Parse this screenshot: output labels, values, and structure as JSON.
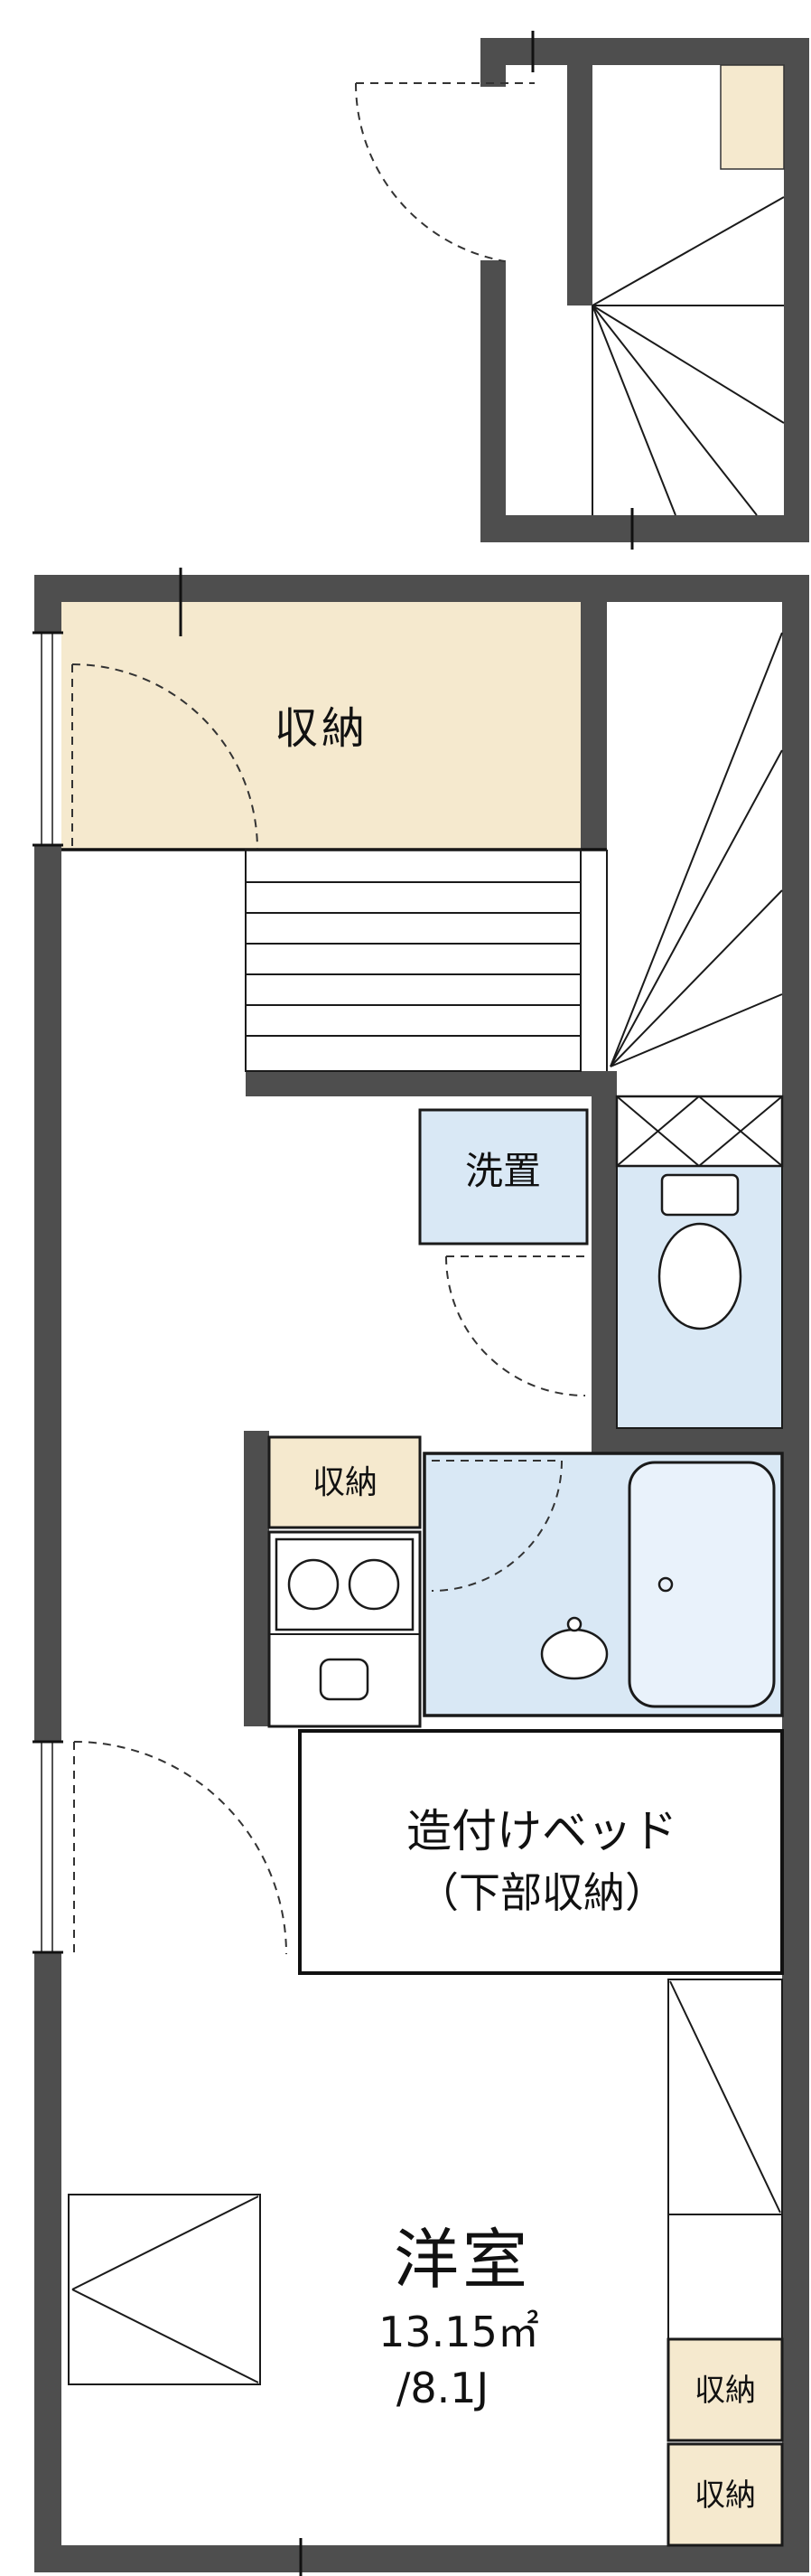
{
  "colors": {
    "wall": "#4e4e4e",
    "storage_fill": "#f5e9ce",
    "wet_area_fill": "#d9e8f5",
    "tub_fill": "#e9f2fb",
    "line": "#1a1a1a"
  },
  "labels": {
    "upper_storage": "収納",
    "washer": "洗置",
    "small_storage": "収納",
    "bed_line1": "造付けベッド",
    "bed_line2": "（下部収納）",
    "room_name": "洋室",
    "room_area_m2": "13.15㎡",
    "room_area_jo": "/8.1J",
    "right_storage_top": "収納",
    "right_storage_bottom": "収納"
  }
}
